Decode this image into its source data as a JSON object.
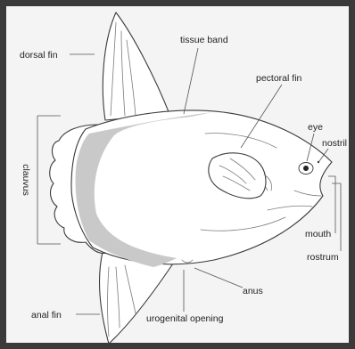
{
  "labels": {
    "dorsal_fin": "dorsal fin",
    "tissue_band": "tissue band",
    "pectoral_fin": "pectoral fin",
    "eye": "eye",
    "nostril": "nostril",
    "clavus": "clauvus",
    "mouth": "mouth",
    "rostrum": "rostrum",
    "anus": "anus",
    "urogenital_opening": "urogenital opening",
    "anal_fin": "anal fin"
  },
  "colors": {
    "frame": "#3a3a3a",
    "background": "#f4f4f4",
    "tissue_band": "#c9c9c9",
    "outline": "#3a3a3a"
  }
}
